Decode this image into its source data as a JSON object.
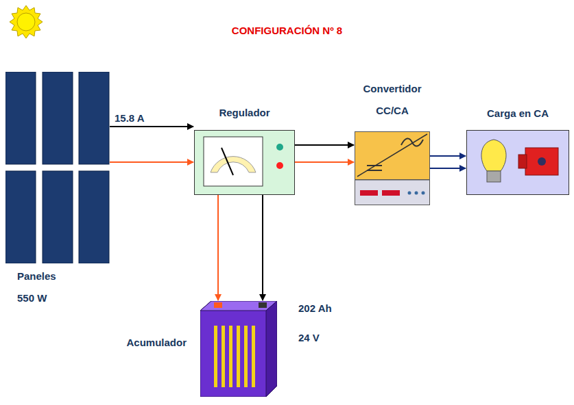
{
  "diagram": {
    "title": "CONFIGURACIÓN Nº 8",
    "nodes": [
      {
        "text": [
          "Paneles",
          "550 W"
        ]
      },
      {
        "text": [
          "Regulador"
        ]
      },
      {
        "text": [
          "Convertidor CC/CA"
        ]
      },
      {
        "text": [
          "Carga en CA"
        ]
      },
      {
        "text": [
          "Acumulador",
          "202 Ah",
          "24 V"
        ]
      }
    ],
    "edges": [
      {
        "from": 0,
        "to": 1,
        "arrow": "to",
        "label": "15.8 A"
      },
      {
        "from": 0,
        "to": 1,
        "arrow": "to"
      },
      {
        "from": 1,
        "to": 2,
        "arrow": "to"
      },
      {
        "from": 1,
        "to": 2,
        "arrow": "to"
      },
      {
        "from": 2,
        "to": 3,
        "arrow": "to"
      },
      {
        "from": 2,
        "to": 3,
        "arrow": "to"
      },
      {
        "from": 1,
        "to": 4,
        "arrow": "to"
      },
      {
        "from": 1,
        "to": 4,
        "arrow": "to"
      }
    ]
  }
}
